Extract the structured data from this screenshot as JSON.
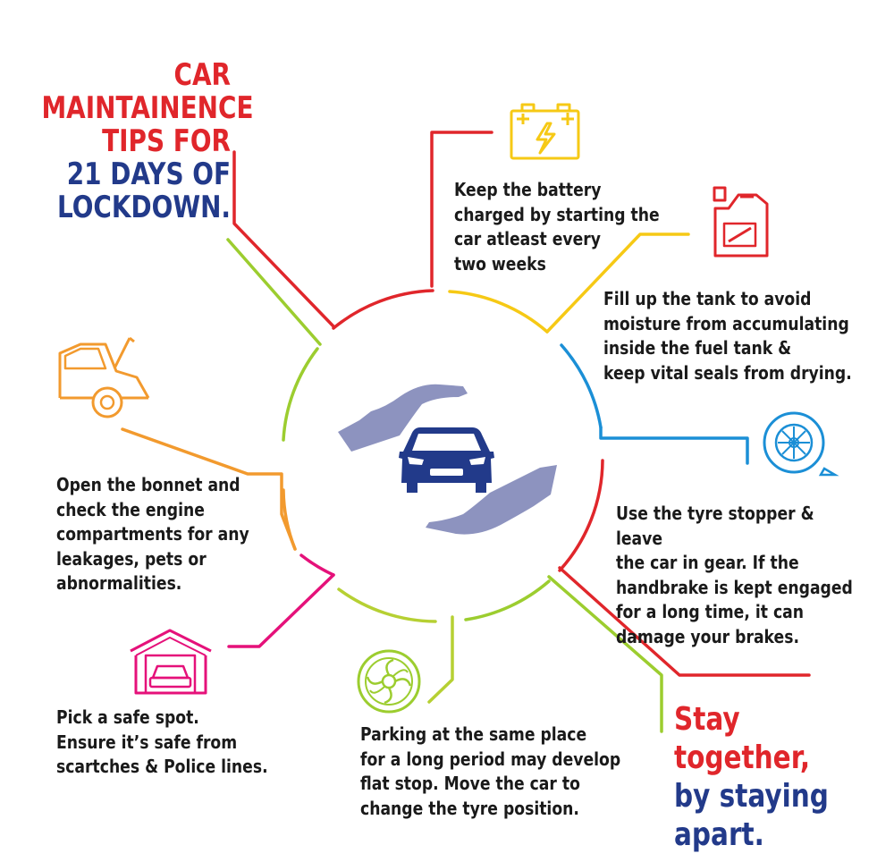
{
  "title": {
    "line1": "CAR",
    "line2": "MAINTAINENCE",
    "line3": "TIPS FOR",
    "line4": "21 DAYS OF",
    "line5": "LOCKDOWN."
  },
  "tips": {
    "battery": "Keep the battery\ncharged by starting the\ncar atleast every\ntwo weeks",
    "fuel": "Fill up the tank to avoid\nmoisture from accumulating\ninside the fuel tank &\nkeep vital seals from drying.",
    "tyre": "Use the tyre stopper & leave\nthe car in gear. If the\nhandbrake is kept engaged\nfor a long time, it can\n        damage your brakes.",
    "parking": "Parking at the same place\nfor a long period may develop\nflat stop. Move the car to\nchange the tyre position.",
    "spot": "Pick a safe spot.\nEnsure it’s safe from\nscartches & Police lines.",
    "bonnet": "Open the bonnet and\ncheck the engine\ncompartments for any\nleakages, pets or\nabnormalities."
  },
  "slogan": {
    "line1": "Stay together,",
    "line2": "by staying",
    "line3": "apart."
  },
  "icons": {
    "battery": "battery-icon",
    "fuel": "fuel-can-icon",
    "tyre": "tyre-stopper-icon",
    "parking": "tyre-fan-icon",
    "spot": "garage-icon",
    "bonnet": "car-bonnet-icon",
    "center": "hands-protecting-car-icon"
  },
  "colors": {
    "red": "#e0262b",
    "yellow": "#f6c915",
    "blue": "#1b8fd6",
    "magenta": "#e5117a",
    "green": "#9ccd2f",
    "orange": "#f29a2e",
    "navy": "#223a8a",
    "hands": "#8d93bf"
  }
}
